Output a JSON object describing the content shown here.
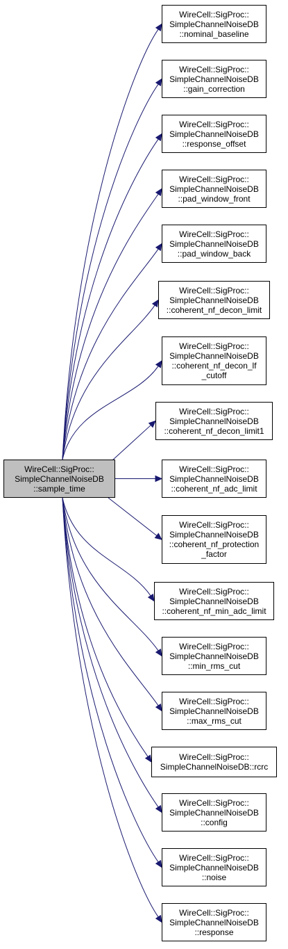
{
  "source": {
    "lines": [
      "WireCell::SigProc::",
      "SimpleChannelNoiseDB",
      "::sample_time"
    ]
  },
  "targets": [
    {
      "lines": [
        "WireCell::SigProc::",
        "SimpleChannelNoiseDB",
        "::nominal_baseline"
      ]
    },
    {
      "lines": [
        "WireCell::SigProc::",
        "SimpleChannelNoiseDB",
        "::gain_correction"
      ]
    },
    {
      "lines": [
        "WireCell::SigProc::",
        "SimpleChannelNoiseDB",
        "::response_offset"
      ]
    },
    {
      "lines": [
        "WireCell::SigProc::",
        "SimpleChannelNoiseDB",
        "::pad_window_front"
      ]
    },
    {
      "lines": [
        "WireCell::SigProc::",
        "SimpleChannelNoiseDB",
        "::pad_window_back"
      ]
    },
    {
      "lines": [
        "WireCell::SigProc::",
        "SimpleChannelNoiseDB",
        "::coherent_nf_decon_limit"
      ]
    },
    {
      "lines": [
        "WireCell::SigProc::",
        "SimpleChannelNoiseDB",
        "::coherent_nf_decon_lf",
        "_cutoff"
      ]
    },
    {
      "lines": [
        "WireCell::SigProc::",
        "SimpleChannelNoiseDB",
        "::coherent_nf_decon_limit1"
      ]
    },
    {
      "lines": [
        "WireCell::SigProc::",
        "SimpleChannelNoiseDB",
        "::coherent_nf_adc_limit"
      ]
    },
    {
      "lines": [
        "WireCell::SigProc::",
        "SimpleChannelNoiseDB",
        "::coherent_nf_protection",
        "_factor"
      ]
    },
    {
      "lines": [
        "WireCell::SigProc::",
        "SimpleChannelNoiseDB",
        "::coherent_nf_min_adc_limit"
      ]
    },
    {
      "lines": [
        "WireCell::SigProc::",
        "SimpleChannelNoiseDB",
        "::min_rms_cut"
      ]
    },
    {
      "lines": [
        "WireCell::SigProc::",
        "SimpleChannelNoiseDB",
        "::max_rms_cut"
      ]
    },
    {
      "lines": [
        "WireCell::SigProc::",
        "SimpleChannelNoiseDB::rcrc"
      ]
    },
    {
      "lines": [
        "WireCell::SigProc::",
        "SimpleChannelNoiseDB",
        "::config"
      ]
    },
    {
      "lines": [
        "WireCell::SigProc::",
        "SimpleChannelNoiseDB",
        "::noise"
      ]
    },
    {
      "lines": [
        "WireCell::SigProc::",
        "SimpleChannelNoiseDB",
        "::response"
      ]
    }
  ],
  "colors": {
    "edge": "#191970",
    "node_border": "#000000",
    "source_fill": "#bfbfbf",
    "target_fill": "#ffffff"
  }
}
